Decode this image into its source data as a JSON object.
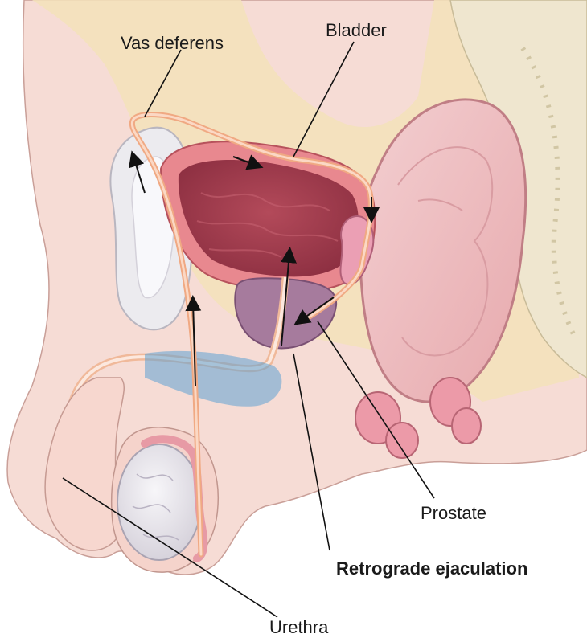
{
  "labels": {
    "vas_deferens": "Vas deferens",
    "bladder": "Bladder",
    "prostate": "Prostate",
    "retrograde": "Retrograde ejaculation",
    "urethra": "Urethra"
  },
  "colors": {
    "skin": "#f5d6cf",
    "tissue_fat": "#f4e2b8",
    "bladder_wall": "#e4838c",
    "bladder_inner": "#a8404f",
    "prostate": "#a47a9c",
    "rectum": "#efc2c5",
    "bone": "#efe6cf",
    "seminal_vesicle": "#e9a3b5",
    "duct": "#f1b089",
    "testis": "#eceaef",
    "blue_tint": "#5ea3d4",
    "leader": "#111111"
  }
}
